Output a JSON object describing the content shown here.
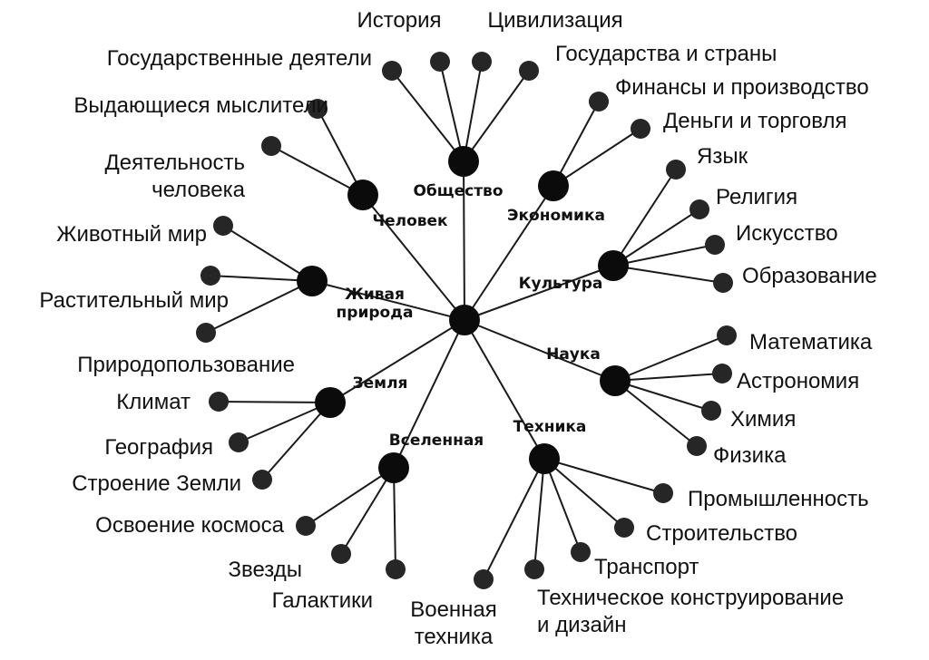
{
  "center": {
    "name": "center-node"
  },
  "categories": [
    {
      "key": "society",
      "label": "Общество",
      "leaves": [
        "История",
        "Цивилизация",
        "Государственные деятели",
        "Государства и страны"
      ]
    },
    {
      "key": "economy",
      "label": "Экономика",
      "leaves": [
        "Финансы и производство",
        "Деньги и торговля"
      ]
    },
    {
      "key": "culture",
      "label": "Культура",
      "leaves": [
        "Язык",
        "Религия",
        "Искусство",
        "Образование"
      ]
    },
    {
      "key": "science",
      "label": "Наука",
      "leaves": [
        "Математика",
        "Астрономия",
        "Химия",
        "Физика"
      ]
    },
    {
      "key": "technology",
      "label": "Техника",
      "leaves": [
        "Промышленность",
        "Строительство",
        "Транспорт",
        "Техническое конструирование|и дизайн",
        "Военная|техника"
      ]
    },
    {
      "key": "universe",
      "label": "Вселенная",
      "leaves": [
        "Освоение космоса",
        "Звезды",
        "Галактики"
      ]
    },
    {
      "key": "earth",
      "label": "Земля",
      "leaves": [
        "Климат",
        "География",
        "Строение Земли"
      ]
    },
    {
      "key": "nature",
      "label": "Живая|природа",
      "leaves": [
        "Животный мир",
        "Растительный мир",
        "Природопользование"
      ]
    },
    {
      "key": "human",
      "label": "Человек",
      "leaves": [
        "Выдающиеся мыслители",
        "Деятельность|человека"
      ]
    }
  ]
}
